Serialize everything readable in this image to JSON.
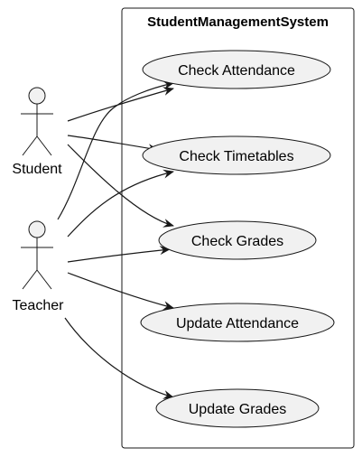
{
  "system": {
    "title": "StudentManagementSystem"
  },
  "actors": {
    "student": {
      "label": "Student"
    },
    "teacher": {
      "label": "Teacher"
    }
  },
  "use_cases": {
    "check_attendance": "Check Attendance",
    "check_timetables": "Check Timetables",
    "check_grades": "Check Grades",
    "update_attendance": "Update Attendance",
    "update_grades": "Update Grades"
  },
  "colors": {
    "use_case_fill": "#f1f1f1",
    "stroke": "#181818",
    "actor_fill": "#f1f1f1"
  }
}
